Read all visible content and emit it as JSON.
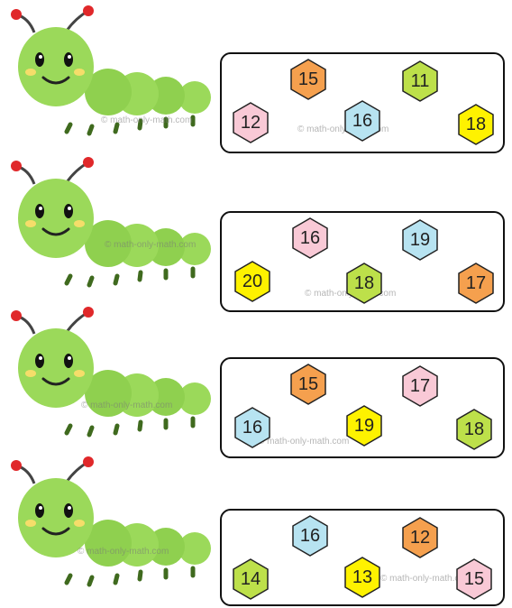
{
  "watermark": "© math-only-math.com",
  "colors": {
    "orange": "#f5a04e",
    "green": "#bde04a",
    "blue": "#b7e3f1",
    "pink": "#f9c9d6",
    "yellow": "#fef200",
    "caterpillar": "#9bd95a",
    "caterpillar_dark": "#7cc243",
    "antenna_tip": "#e0282a"
  },
  "rows": [
    {
      "hexagons": [
        {
          "number": "15",
          "color": "orange"
        },
        {
          "number": "11",
          "color": "green"
        },
        {
          "number": "12",
          "color": "pink"
        },
        {
          "number": "16",
          "color": "blue"
        },
        {
          "number": "18",
          "color": "yellow"
        }
      ]
    },
    {
      "hexagons": [
        {
          "number": "16",
          "color": "pink"
        },
        {
          "number": "19",
          "color": "blue"
        },
        {
          "number": "20",
          "color": "yellow"
        },
        {
          "number": "18",
          "color": "green"
        },
        {
          "number": "17",
          "color": "orange"
        }
      ]
    },
    {
      "hexagons": [
        {
          "number": "15",
          "color": "orange"
        },
        {
          "number": "17",
          "color": "pink"
        },
        {
          "number": "16",
          "color": "blue"
        },
        {
          "number": "19",
          "color": "yellow"
        },
        {
          "number": "18",
          "color": "green"
        }
      ]
    },
    {
      "hexagons": [
        {
          "number": "16",
          "color": "blue"
        },
        {
          "number": "12",
          "color": "orange"
        },
        {
          "number": "14",
          "color": "green"
        },
        {
          "number": "13",
          "color": "yellow"
        },
        {
          "number": "15",
          "color": "pink"
        }
      ]
    }
  ]
}
